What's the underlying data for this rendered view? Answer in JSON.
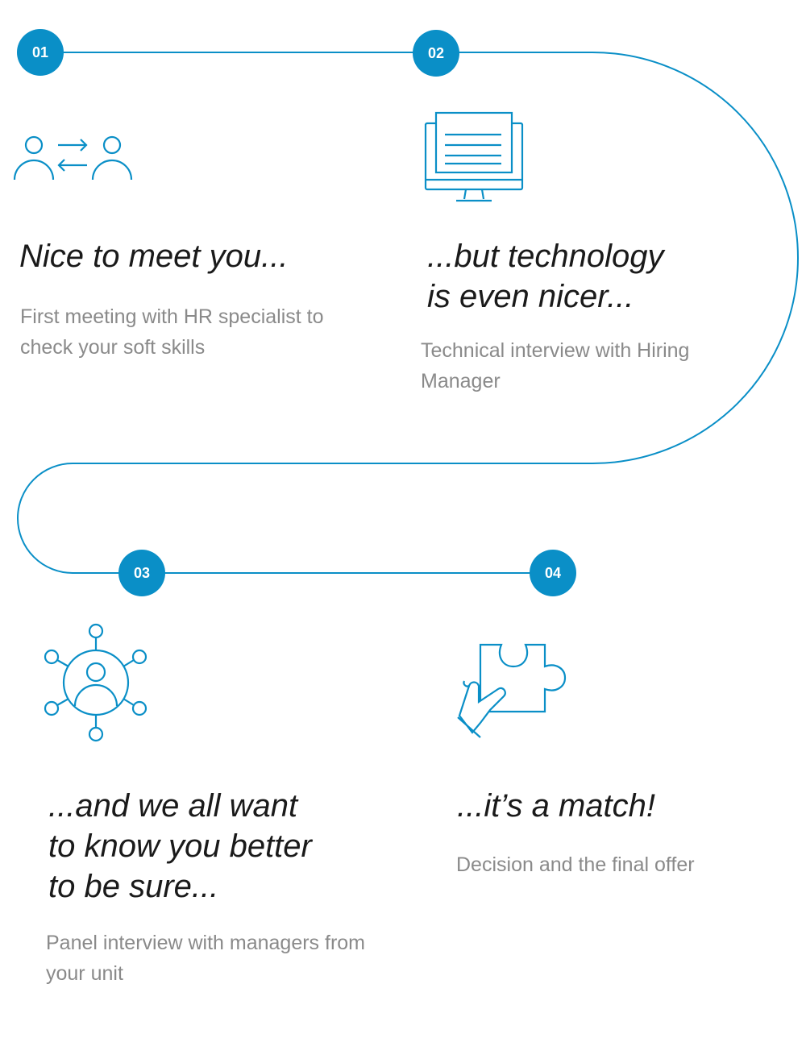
{
  "steps": [
    {
      "number": "01",
      "icon": "people-exchange-icon",
      "title": "Nice to meet you...",
      "description": "First meeting with HR specialist to\ncheck your soft skills"
    },
    {
      "number": "02",
      "icon": "computer-monitor-icon",
      "title": "...but technology\nis even nicer...",
      "description": "Technical interview with Hiring\nManager"
    },
    {
      "number": "03",
      "icon": "people-network-icon",
      "title": "...and we all want\nto know you better\nto be sure...",
      "description": "Panel interview with managers from\nyour unit"
    },
    {
      "number": "04",
      "icon": "puzzle-hand-icon",
      "title": "...it’s a match!",
      "description": "Decision and the final offer"
    }
  ],
  "colors": {
    "accent": "#0a8fc7",
    "heading": "#1a1a1a",
    "text": "#8a8a8a"
  }
}
